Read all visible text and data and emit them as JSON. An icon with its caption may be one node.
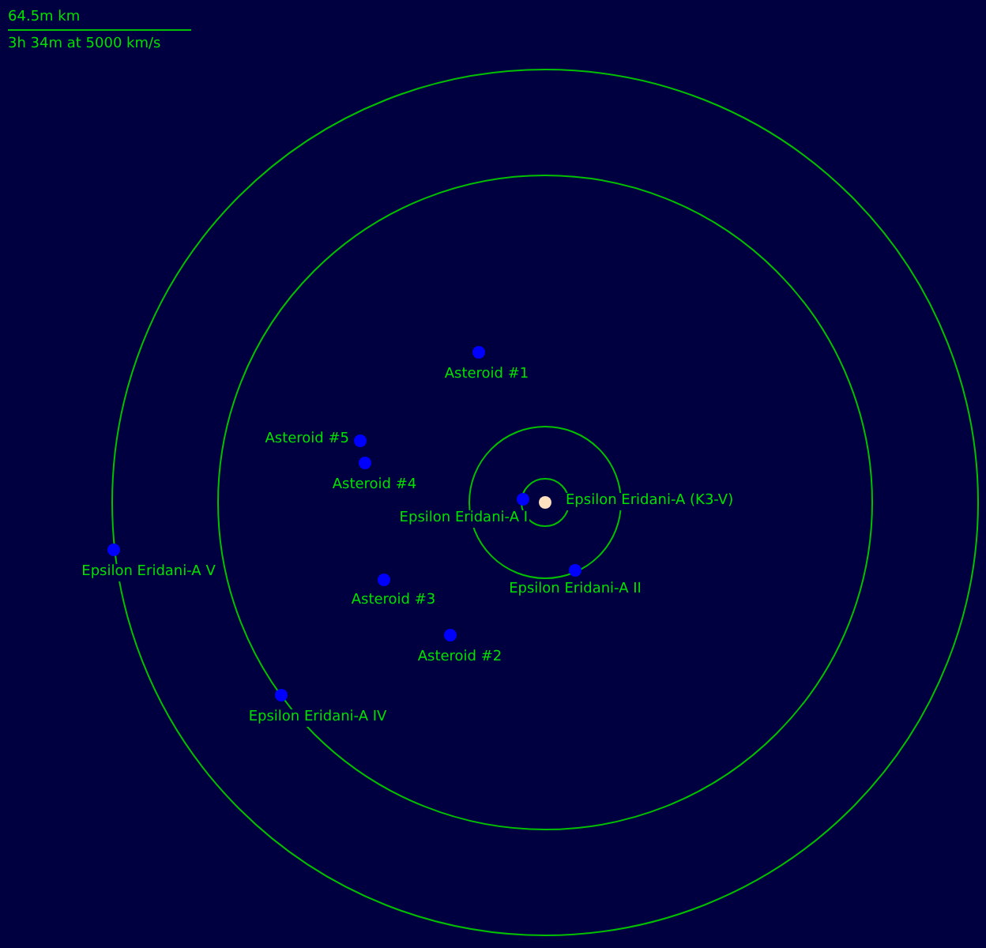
{
  "diagram": {
    "nodes": [
      {
        "text": [
          "Epsilon Eridani-A (K3-V)"
        ]
      },
      {
        "text": [
          "Epsilon Eridani-A I"
        ]
      },
      {
        "text": [
          "Epsilon Eridani-A II"
        ]
      },
      {
        "text": [
          "Asteroid #1"
        ]
      },
      {
        "text": [
          "Asteroid #5"
        ]
      },
      {
        "text": [
          "Asteroid #4"
        ]
      },
      {
        "text": [
          "Asteroid #3"
        ]
      },
      {
        "text": [
          "Asteroid #2"
        ]
      },
      {
        "text": [
          "Epsilon Eridani-A IV"
        ]
      },
      {
        "text": [
          "Epsilon Eridani-A V"
        ]
      }
    ],
    "labels": [
      "64.5m km",
      "3h 34m at 5000 km/s"
    ]
  }
}
